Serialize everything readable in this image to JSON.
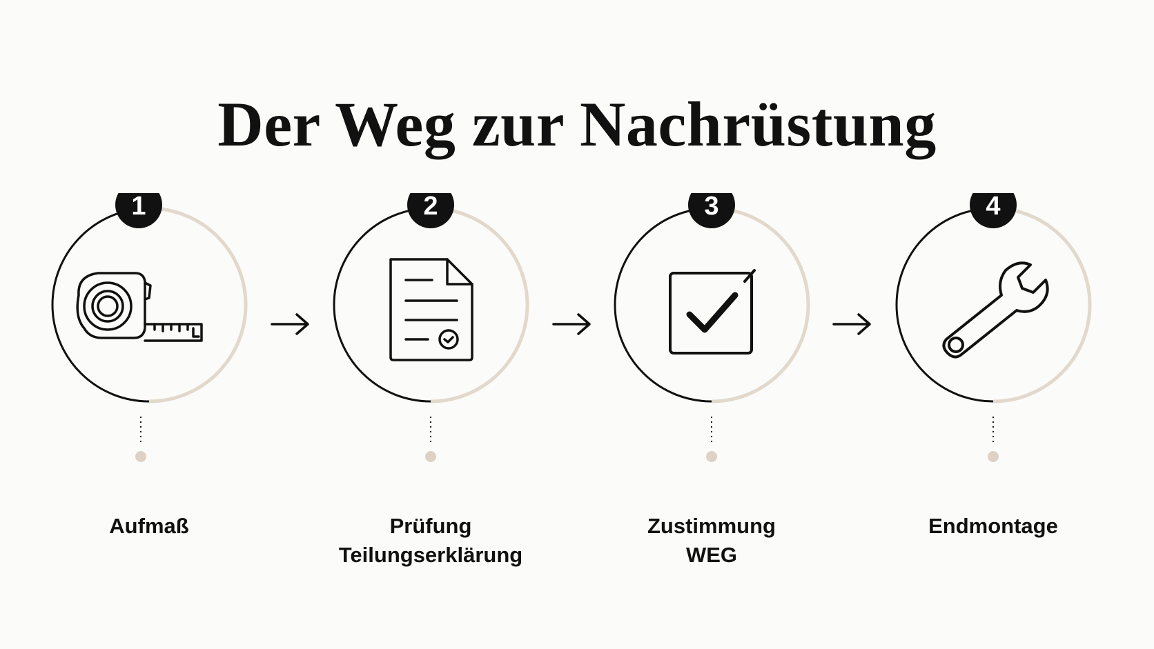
{
  "title": "Der Weg zur Nachrüstung",
  "colors": {
    "ink": "#111111",
    "accent_ring": "#e2d8cb",
    "dot": "#ddd2c4",
    "background": "#fbfbf9"
  },
  "steps": [
    {
      "number": "1",
      "icon": "tape-measure-icon",
      "label_lines": [
        "Aufmaß"
      ]
    },
    {
      "number": "2",
      "icon": "document-icon",
      "label_lines": [
        "Prüfung",
        "Teilungserklärung"
      ]
    },
    {
      "number": "3",
      "icon": "checkbox-icon",
      "label_lines": [
        "Zustimmung",
        "WEG"
      ]
    },
    {
      "number": "4",
      "icon": "wrench-icon",
      "label_lines": [
        "Endmontage"
      ]
    }
  ]
}
